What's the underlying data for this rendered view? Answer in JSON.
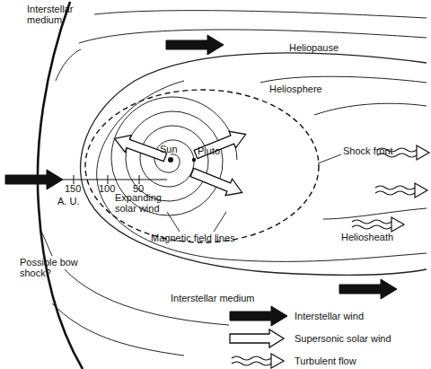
{
  "diagram": {
    "labels": [
      "Interstellar medium",
      "Heliopause",
      "Heliosphere",
      "Shock front",
      "Sun",
      "Pluto",
      "150",
      "100",
      "50",
      "A. U.",
      "Expanding solar wind",
      "Heliosheath",
      "Magnetic field lines",
      "Possible bow shock?",
      "Interstellar medium"
    ],
    "legend": [
      {
        "text": "Interstellar wind"
      },
      {
        "text": "Supersonic solar wind"
      },
      {
        "text": "Turbulent flow"
      }
    ]
  }
}
